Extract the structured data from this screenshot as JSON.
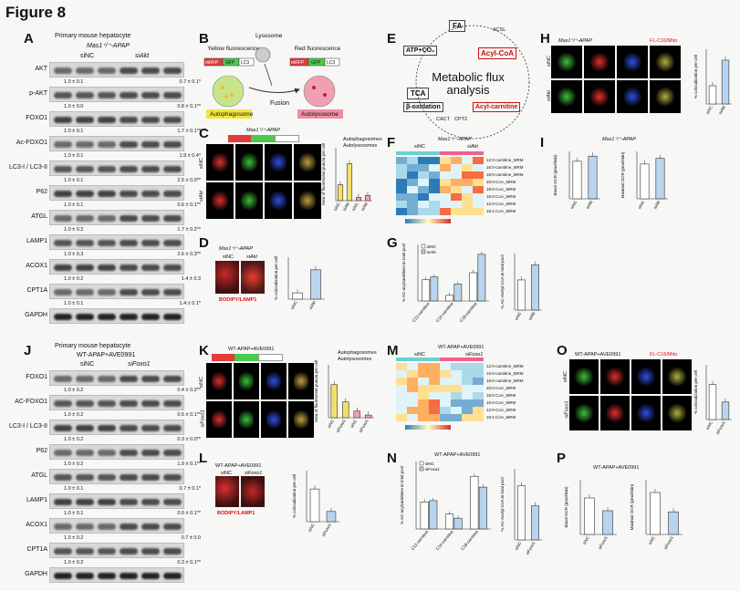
{
  "figure_title": "Figure 8",
  "panels": [
    "A",
    "B",
    "C",
    "D",
    "E",
    "F",
    "G",
    "H",
    "I",
    "J",
    "K",
    "L",
    "M",
    "N",
    "O",
    "P"
  ],
  "panelA": {
    "header": "Primary mouse hepatocyte",
    "genotype": "Mas1⁺/⁺-APAP",
    "group_nc": "siNC",
    "group_ko": "siAkt",
    "rows": [
      {
        "label": "AKT",
        "q1": "1.0 ± 0.1",
        "q2": "0.7 ± 0.1*"
      },
      {
        "label": "p-AKT",
        "q1": "1.0 ± 0.0",
        "q2": "0.8 ± 0.1**"
      },
      {
        "label": "FOXO1",
        "q1": "1.0 ± 0.1",
        "q2": "1.7 ± 0.1**"
      },
      {
        "label": "Ac-FOXO1",
        "q1": "1.0 ± 0.1",
        "q2": "1.9 ± 0.4*"
      },
      {
        "label": "LC3-I / LC3-II",
        "q1": "1.0 ± 0.1",
        "q2": "2.5 ± 0.0**"
      },
      {
        "label": "P62",
        "q1": "1.0 ± 0.1",
        "q2": "0.6 ± 0.1**"
      },
      {
        "label": "ATGL",
        "q1": "1.0 ± 0.2",
        "q2": "1.7 ± 0.2**"
      },
      {
        "label": "LAMP1",
        "q1": "1.0 ± 0.3",
        "q2": "2.6 ± 0.3**"
      },
      {
        "label": "ACOX1",
        "q1": "1.0 ± 0.2",
        "q2": "1.4 ± 0.3"
      },
      {
        "label": "CPT1A",
        "q1": "1.0 ± 0.1",
        "q2": "1.4 ± 0.1*"
      },
      {
        "label": "GAPDH",
        "q1": "",
        "q2": ""
      }
    ]
  },
  "panelB": {
    "yellow": "Yellow fluorescence",
    "red": "Red fluorescence",
    "lysosome": "Lysosome",
    "fusion": "Fusion",
    "autophagosome": "Autophagosome",
    "autolysosome": "Autolysosome",
    "construct": [
      "mRFP",
      "GFP",
      "LC3"
    ]
  },
  "panelC": {
    "genotype": "Mas1⁺/⁺-APAP",
    "rows": [
      "siNC",
      "siAkt"
    ],
    "legend": [
      "Autophagosomes",
      "Autolysosomes"
    ]
  },
  "panelD": {
    "genotype": "Mas1⁺/⁺-APAP",
    "groups": [
      "siNC",
      "siAkt"
    ],
    "stain": "BODIPY/LAMP1",
    "ylabel": "% colocalization per cell"
  },
  "panelE": {
    "center": "Metabolic flux analysis",
    "nodes": [
      "FA",
      "ATP+CO₂",
      "Acyl-CoA",
      "TCA",
      "β-oxidation",
      "Acyl-carnitine"
    ],
    "enzymes": [
      "ACSL",
      "CACT",
      "CPT2"
    ]
  },
  "panelF": {
    "genotype": "Mas1⁺/⁺-APAP",
    "groups": [
      "siNC",
      "siAkt"
    ],
    "rows": [
      "12:0-carnitine_MRM",
      "16:0-carnitine_MRM",
      "18:0-carnitine_MRM",
      "20:0-CoA_MRM",
      "18:0-CoA_MRM",
      "16:0-CoA_MRM",
      "12:0-CoA_MRM",
      "18:1-CoA_MRM"
    ]
  },
  "panelH": {
    "genotype": "Mas1⁺/⁺-APAP",
    "rows": [
      "siNC",
      "siAkt"
    ],
    "stain": "FL-C16/Mito"
  },
  "panelI": {
    "genotype": "Mas1⁺/⁺-APAP",
    "ylabel1": "Basal OCR (pmol/min)",
    "ylabel2": "Maximal OCR (pmol/min)"
  },
  "panelJ": {
    "header": "Primary mouse hepatocyte",
    "genotype": "WT-APAP+AVE0991",
    "group_nc": "siNC",
    "group_ko": "siFoxo1",
    "rows": [
      {
        "label": "FOXO1",
        "q1": "1.0 ± 0.2",
        "q2": "0.4 ± 0.2**"
      },
      {
        "label": "AC-FOXO1",
        "q1": "1.0 ± 0.2",
        "q2": "0.5 ± 0.1**"
      },
      {
        "label": "LC3-I / LC3-II",
        "q1": "1.0 ± 0.2",
        "q2": "0.3 ± 0.0**"
      },
      {
        "label": "P62",
        "q1": "1.0 ± 0.2",
        "q2": "1.9 ± 0.1**"
      },
      {
        "label": "ATGL",
        "q1": "1.0 ± 0.1",
        "q2": "0.7 ± 0.1*"
      },
      {
        "label": "LAMP1",
        "q1": "1.0 ± 0.1",
        "q2": "0.6 ± 0.1**"
      },
      {
        "label": "ACOX1",
        "q1": "1.0 ± 0.2",
        "q2": "0.7 ± 0.0"
      },
      {
        "label": "CPT1A",
        "q1": "1.0 ± 0.2",
        "q2": "0.3 ± 0.1**"
      },
      {
        "label": "GAPDH",
        "q1": "",
        "q2": ""
      }
    ]
  },
  "panelK": {
    "genotype": "WT-APAP+AVE0991",
    "rows": [
      "siNC",
      "siFoxo1"
    ],
    "legend": [
      "Autophagosomes",
      "Autolysosomes"
    ]
  },
  "panelL": {
    "genotype": "WT-APAP+AVE0991",
    "groups": [
      "siNC",
      "siFoxo1"
    ],
    "stain": "BODIPY/LAMP1"
  },
  "panelM": {
    "genotype": "WT-APAP+AVE0991",
    "groups": [
      "siNC",
      "siFoxo1"
    ]
  },
  "panelN": {
    "genotype": "WT-APAP+AVE0991"
  },
  "panelO": {
    "genotype": "WT-APAP+AVE0991",
    "rows": [
      "siNC",
      "siFoxo1"
    ],
    "stain": "FL-C16/Mito"
  },
  "panelP": {
    "genotype": "WT-APAP+AVE0991"
  },
  "chart_data": [
    {
      "id": "C",
      "type": "bar",
      "categories": [
        "siNC",
        "siAkt",
        "siNC",
        "siAkt"
      ],
      "values": [
        15,
        35,
        3,
        5
      ],
      "ylim": [
        0,
        50
      ],
      "ylabel": "Area of fluorescent puncta per cell",
      "legend": [
        "Autophagosomes",
        "Autolysosomes"
      ]
    },
    {
      "id": "D",
      "type": "bar",
      "categories": [
        "siNC",
        "siAkt"
      ],
      "values": [
        3,
        14
      ],
      "ylim": [
        0,
        20
      ],
      "ylabel": "% colocalization per cell"
    },
    {
      "id": "G1",
      "type": "bar",
      "categories": [
        "C12-carnitine",
        "C16-carnitine",
        "C18-carnitine"
      ],
      "series": [
        {
          "name": "siNC",
          "values": [
            15,
            4,
            20
          ]
        },
        {
          "name": "siAkt",
          "values": [
            17,
            12,
            33
          ]
        }
      ],
      "ylim": [
        0,
        40
      ],
      "ylabel": "% AC-acylcarnitines in total pool"
    },
    {
      "id": "G2",
      "type": "bar",
      "categories": [
        "siNC",
        "siAkt"
      ],
      "values": [
        16,
        24
      ],
      "ylim": [
        0,
        30
      ],
      "ylabel": "% AC-Acetyl-CoA in total pool"
    },
    {
      "id": "H",
      "type": "bar",
      "categories": [
        "siNC",
        "siAkt"
      ],
      "values": [
        5,
        12
      ],
      "ylim": [
        0,
        15
      ],
      "ylabel": "% colocalization per cell"
    },
    {
      "id": "I1",
      "type": "bar",
      "categories": [
        "siNC",
        "siAkt"
      ],
      "values": [
        95,
        108
      ],
      "ylim": [
        0,
        120
      ],
      "ylabel": "Basal OCR (pmol/min)"
    },
    {
      "id": "I2",
      "type": "bar",
      "categories": [
        "siNC",
        "siAkt"
      ],
      "values": [
        110,
        128
      ],
      "ylim": [
        0,
        150
      ],
      "ylabel": "Maximal OCR (pmol/min)"
    },
    {
      "id": "K",
      "type": "bar",
      "categories": [
        "siNC",
        "siFoxo1",
        "siNC",
        "siFoxo1"
      ],
      "values": [
        25,
        12,
        5,
        2
      ],
      "ylim": [
        0,
        40
      ],
      "ylabel": "Area of fluorescent puncta per cell",
      "legend": [
        "Autophagosomes",
        "Autolysosomes"
      ]
    },
    {
      "id": "L",
      "type": "bar",
      "categories": [
        "siNC",
        "siFoxo1"
      ],
      "values": [
        16,
        5
      ],
      "ylim": [
        0,
        25
      ],
      "ylabel": "% colocalization per cell"
    },
    {
      "id": "N1",
      "type": "bar",
      "categories": [
        "C12-carnitine",
        "C16-carnitine",
        "C18-carnitine"
      ],
      "series": [
        {
          "name": "siNC",
          "values": [
            20,
            11,
            39
          ]
        },
        {
          "name": "siFoxo1",
          "values": [
            21,
            8,
            31
          ]
        }
      ],
      "ylim": [
        0,
        50
      ],
      "ylabel": "% AC-acylcarnitines in total pool"
    },
    {
      "id": "N2",
      "type": "bar",
      "categories": [
        "siNC",
        "siFoxo1"
      ],
      "values": [
        19,
        12
      ],
      "ylim": [
        0,
        25
      ],
      "ylabel": "% AC-Acetyl-CoA in total pool"
    },
    {
      "id": "O",
      "type": "bar",
      "categories": [
        "siNC",
        "siFoxo1"
      ],
      "values": [
        16,
        8
      ],
      "ylim": [
        0,
        25
      ],
      "ylabel": "% colocalization per cell"
    },
    {
      "id": "P1",
      "type": "bar",
      "categories": [
        "siNC",
        "siFoxo1"
      ],
      "values": [
        100,
        65
      ],
      "ylim": [
        0,
        150
      ],
      "ylabel": "Basal OCR (pmol/min)"
    },
    {
      "id": "P2",
      "type": "bar",
      "categories": [
        "siNC",
        "siFoxo1"
      ],
      "values": [
        115,
        62
      ],
      "ylim": [
        0,
        150
      ],
      "ylabel": "Maximal OCR (pmol/min)"
    }
  ]
}
